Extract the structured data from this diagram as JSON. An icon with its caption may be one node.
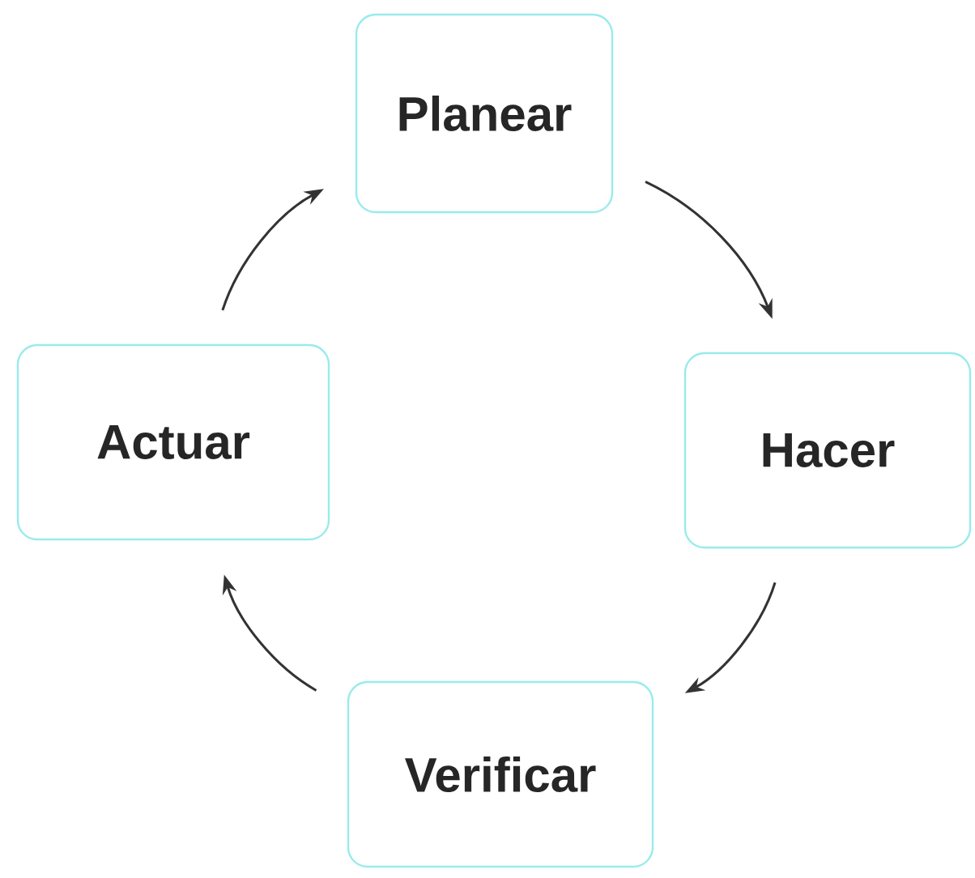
{
  "diagram": {
    "nodes": [
      {
        "text": [
          "Planear"
        ]
      },
      {
        "text": [
          "Hacer"
        ]
      },
      {
        "text": [
          "Verificar"
        ]
      },
      {
        "text": [
          "Actuar"
        ]
      }
    ],
    "edges": [
      {
        "from": 0,
        "to": 1,
        "arrow": "to"
      },
      {
        "from": 1,
        "to": 2,
        "arrow": "to"
      },
      {
        "from": 2,
        "to": 3,
        "arrow": "to"
      },
      {
        "from": 3,
        "to": 0,
        "arrow": "to"
      }
    ]
  }
}
